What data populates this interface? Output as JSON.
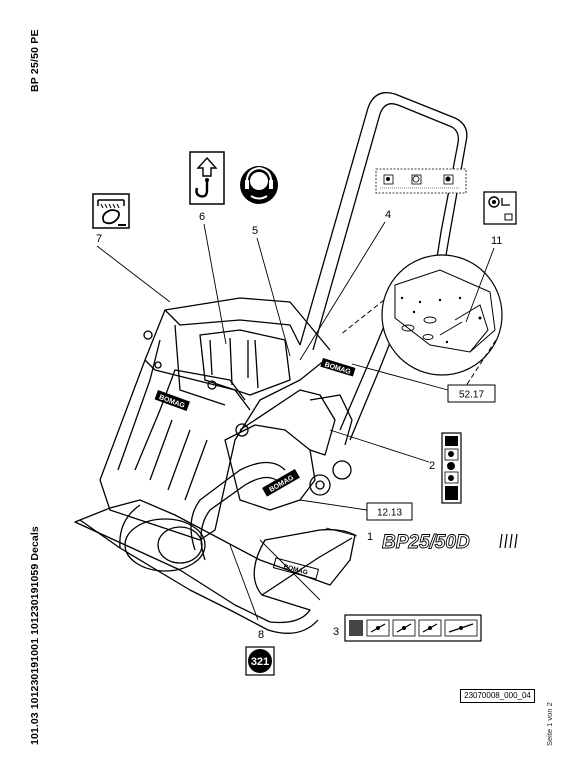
{
  "header": {
    "model_title": "BP 25/50 PE",
    "part_numbers": "101.03 101230191001 101230191059 Decals",
    "page_info": "Seite 1 von 2"
  },
  "drawing": {
    "drawing_number": "23070008_000_04",
    "callouts": [
      "1",
      "2",
      "3",
      "4",
      "5",
      "6",
      "7",
      "8",
      "11"
    ],
    "boxed_callouts": [
      "52.17",
      "12.13"
    ],
    "machine_brand_text": "BOMAG",
    "model_decal_text": "BP25/50D",
    "decal_6_text": "321"
  }
}
